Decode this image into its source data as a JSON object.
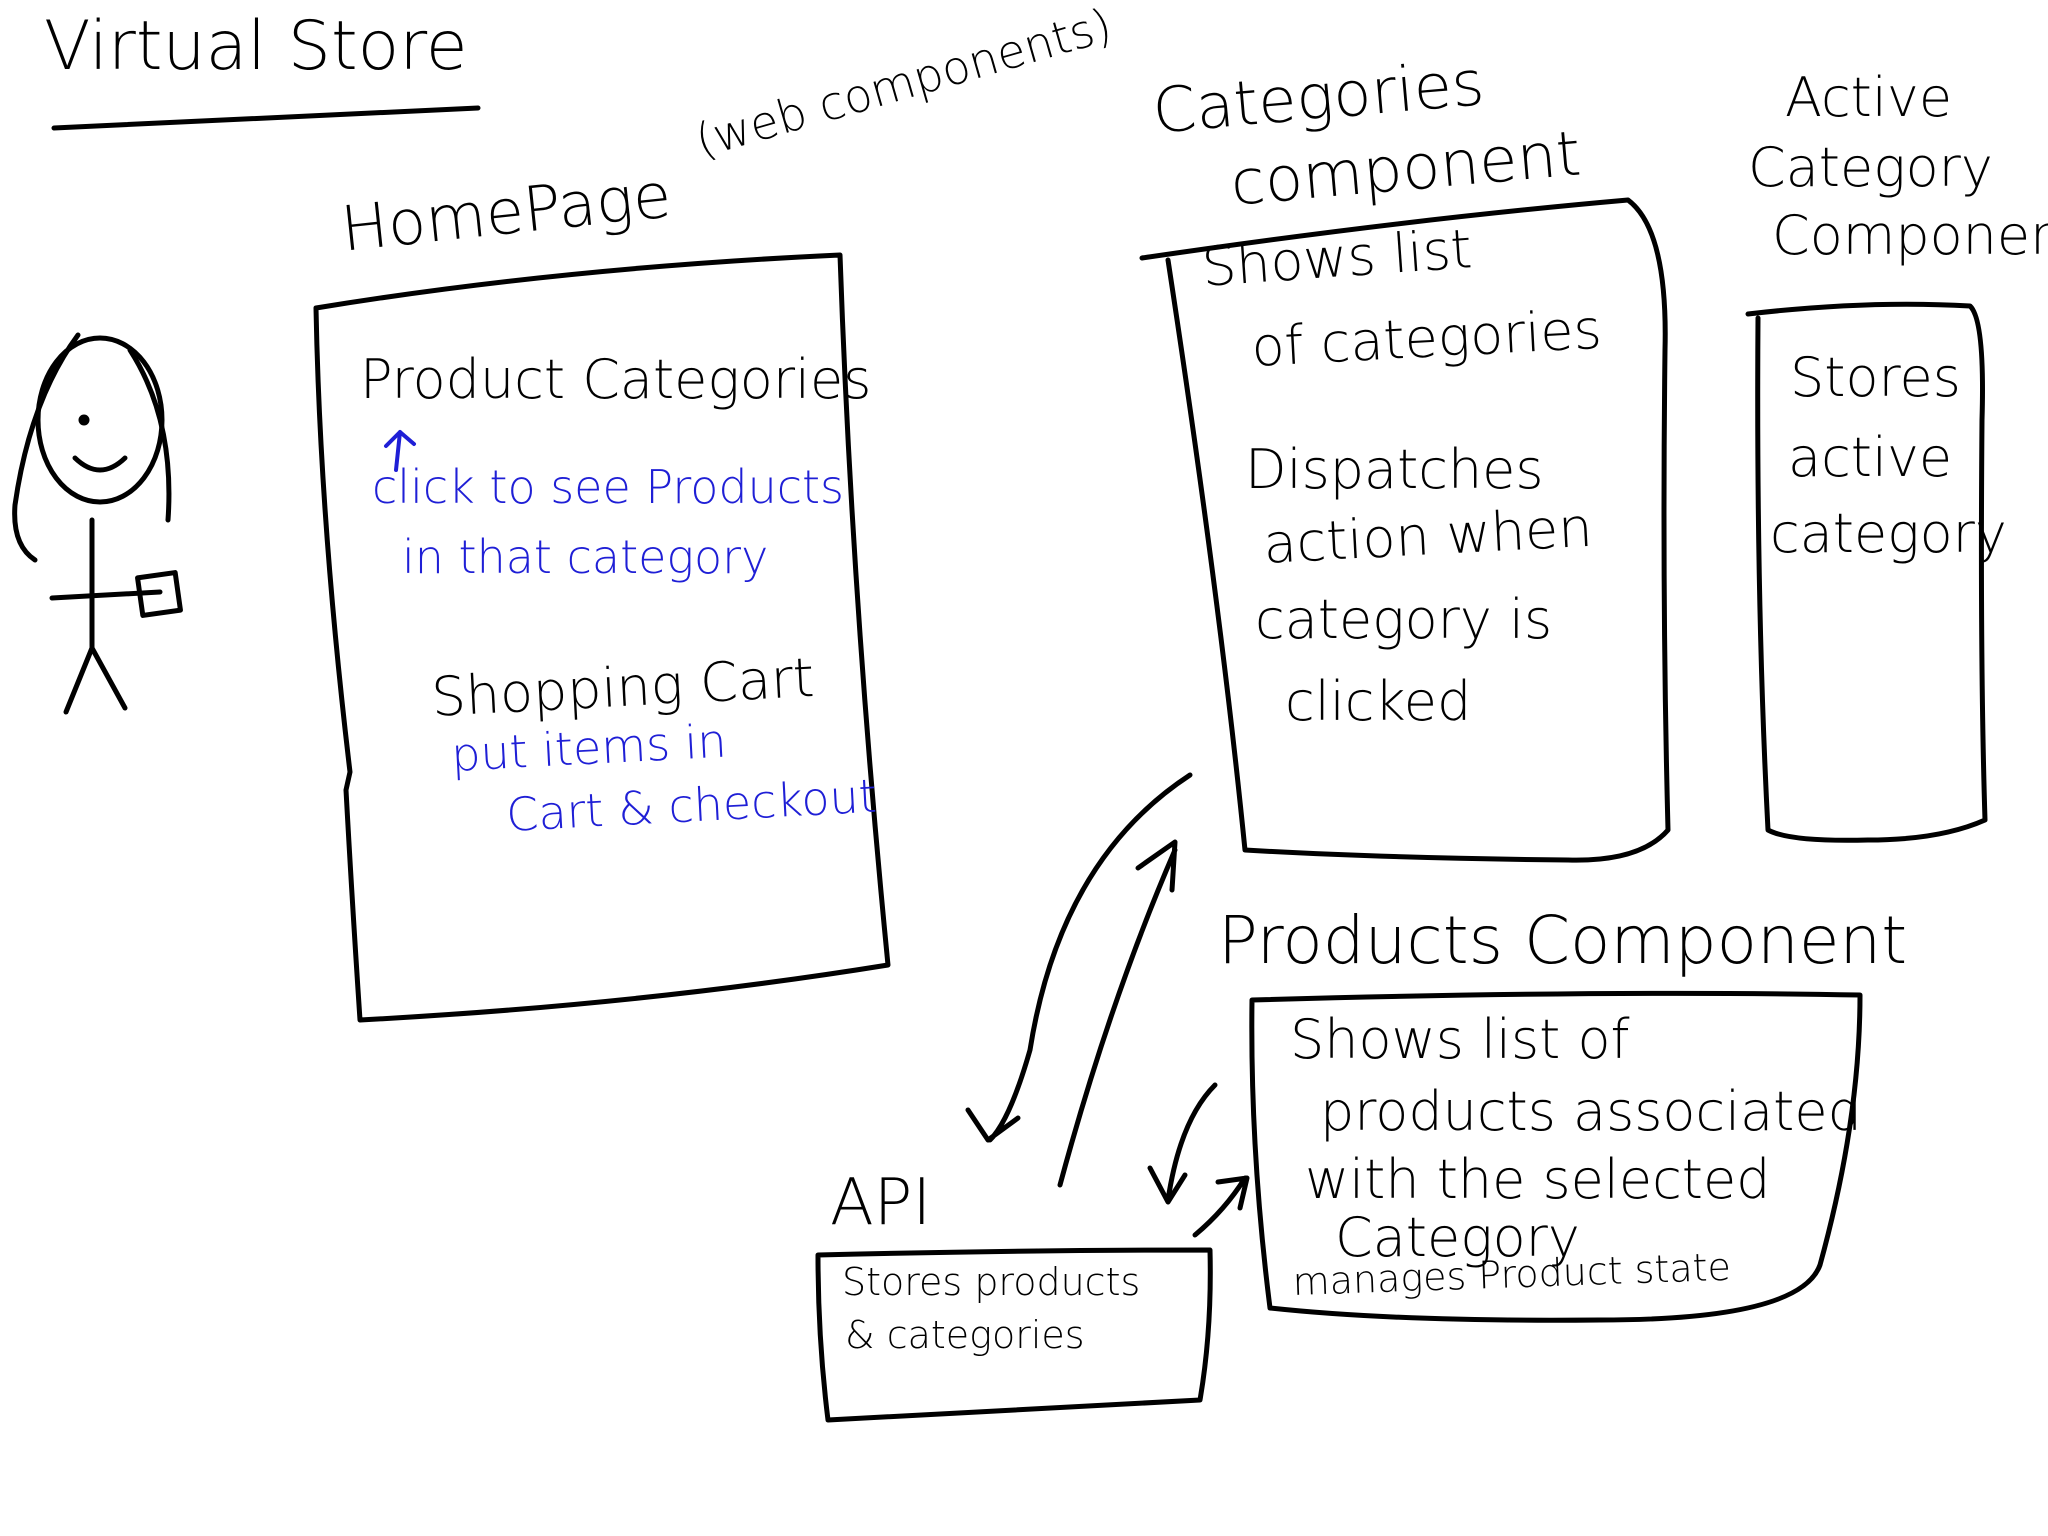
{
  "title": "Virtual Store",
  "homepage": {
    "title": "HomePage",
    "annotation": "(web components)",
    "product_categories": "Product Categories",
    "product_categories_note": [
      "click to see Products",
      "in that category"
    ],
    "shopping_cart": "Shopping Cart",
    "shopping_cart_note": [
      "put items in",
      "Cart & checkout"
    ]
  },
  "categories_component": {
    "title": [
      "Categories",
      "component"
    ],
    "body": [
      "Shows list",
      "of categories",
      "Dispatches",
      "action when",
      "category is",
      "clicked"
    ]
  },
  "active_category_component": {
    "title": [
      "Active",
      "Category",
      "Component"
    ],
    "body": [
      "Stores",
      "active",
      "category"
    ]
  },
  "products_component": {
    "title": "Products Component",
    "body": [
      "Shows list of",
      "products associated",
      "with the selected",
      "Category"
    ],
    "note": "manages Product state"
  },
  "api": {
    "title": "API",
    "body": [
      "Stores products",
      "& categories"
    ]
  },
  "colors": {
    "ink": "#000000",
    "note_ink": "#1f1fd6"
  },
  "icons": [
    "stick-figure-user-icon"
  ]
}
